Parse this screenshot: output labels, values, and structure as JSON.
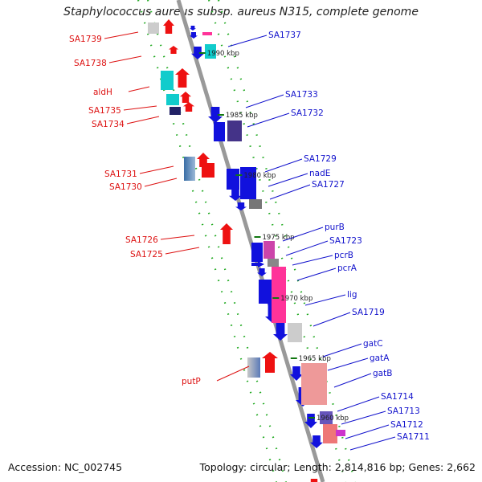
{
  "title": "Staphylococcus aureus subsp. aureus N315, complete genome",
  "footer": {
    "accession": "Accession: NC_002745",
    "stats": "Topology: circular; Length: 2,814,816 bp; Genes: 2,662"
  },
  "colors": {
    "left_label": "#dd1111",
    "right_label": "#1111cc",
    "backbone": "#999999",
    "red_gene": "#ee1111",
    "blue_gene": "#1111dd",
    "cyan_gene": "#11cccc",
    "pink_gene": "#ff3399",
    "navy_gene": "#222266",
    "tick": "#117711"
  },
  "kbp_labels": [
    "1990 kbp",
    "1985 kbp",
    "1980 kbp",
    "1975 kbp",
    "1970 kbp",
    "1965 kbp",
    "1960 kbp"
  ],
  "left_labels": [
    "SA1739",
    "SA1738",
    "aldH",
    "SA1735",
    "SA1734",
    "SA1731",
    "SA1730",
    "SA1726",
    "SA1725",
    "putP"
  ],
  "right_labels": [
    "SA1737",
    "SA1733",
    "SA1732",
    "SA1729",
    "nadE",
    "SA1727",
    "purB",
    "SA1723",
    "pcrB",
    "pcrA",
    "lig",
    "SA1719",
    "gatC",
    "gatA",
    "gatB",
    "SA1714",
    "SA1713",
    "SA1712",
    "SA1711"
  ]
}
